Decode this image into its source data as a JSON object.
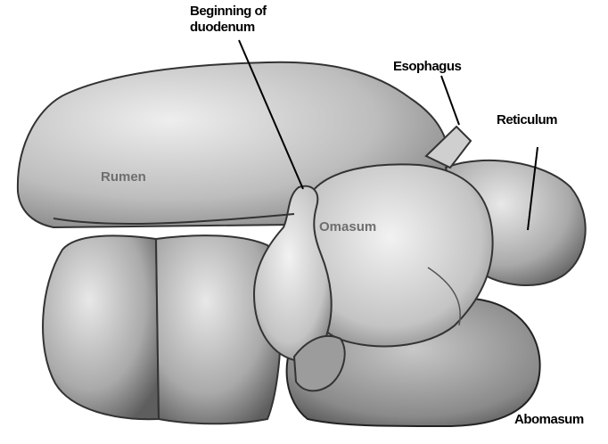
{
  "labels": {
    "duodenum_line1": "Beginning of",
    "duodenum_line2": "duodenum",
    "esophagus": "Esophagus",
    "reticulum": "Reticulum",
    "rumen": "Rumen",
    "omasum": "Omasum",
    "abomasum": "Abomasum"
  },
  "colors": {
    "ink": "#000000",
    "shade": "#9a9a9a",
    "light": "#e2e2e2"
  }
}
